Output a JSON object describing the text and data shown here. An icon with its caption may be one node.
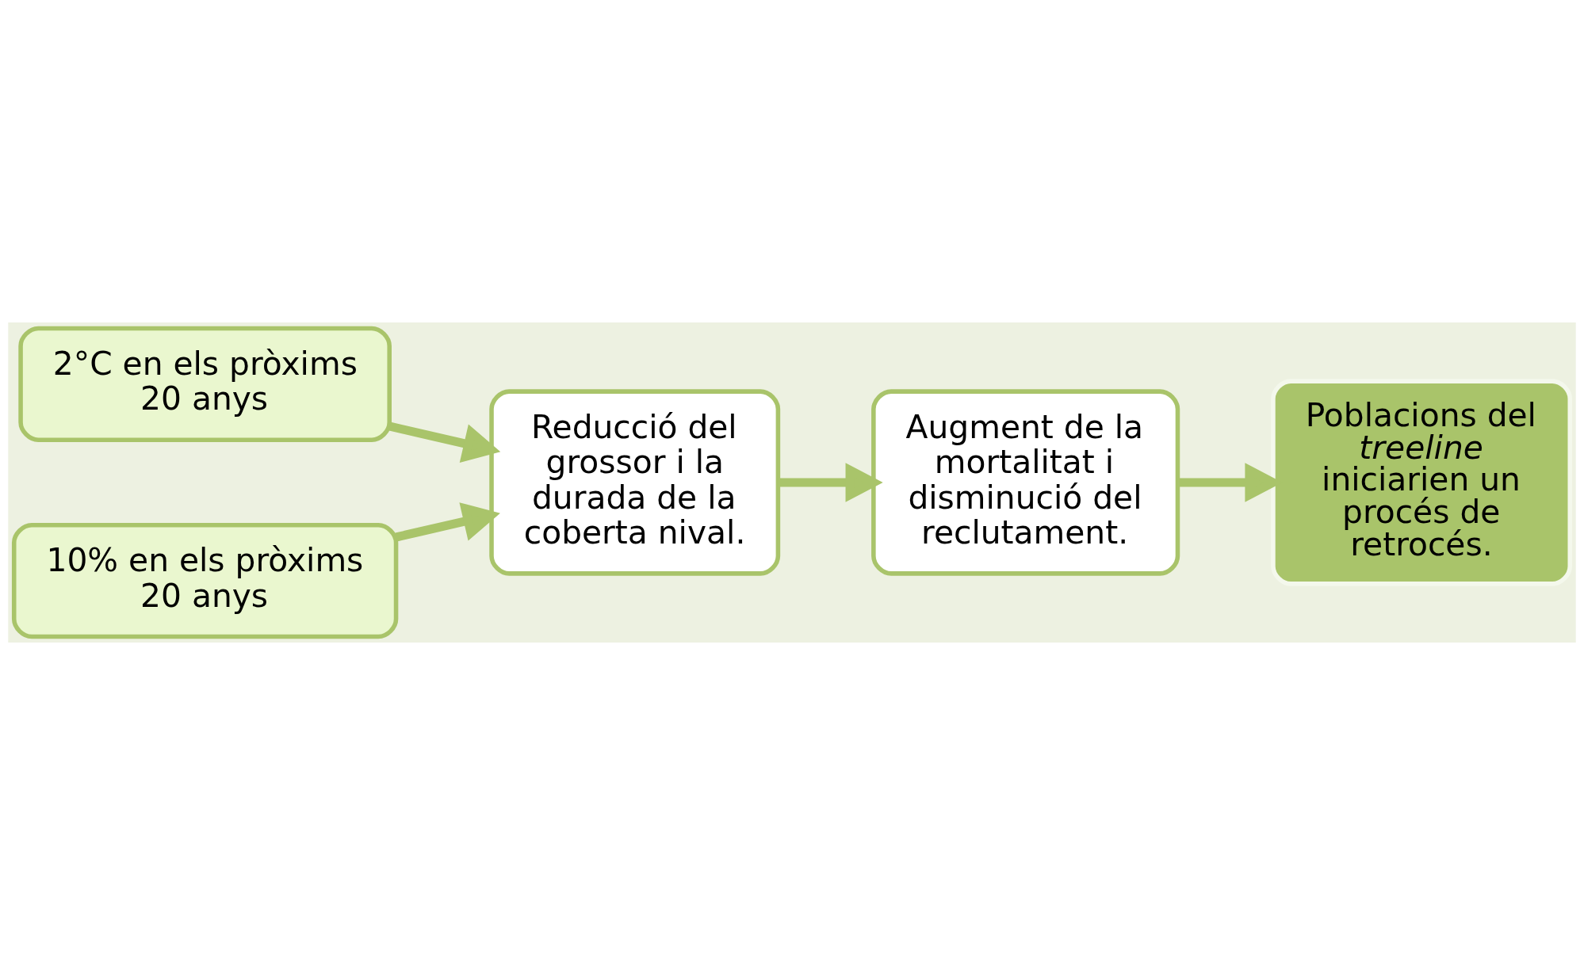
{
  "diagram": {
    "nodes": [
      {
        "text": [
          "2°C en els pròxims 20 anys"
        ]
      },
      {
        "text": [
          "10% en els pròxims 20 anys"
        ]
      },
      {
        "text": [
          "Reducció del grossor i la durada de la coberta nival."
        ]
      },
      {
        "text": [
          "Augment de la mortalitat i disminució del reclutament."
        ]
      },
      {
        "text": [
          "Poblacions del *treeline* iniciarien un procés de retrocés."
        ]
      }
    ],
    "edges": [
      {
        "from": 0,
        "to": 2,
        "arrow": "to"
      },
      {
        "from": 1,
        "to": 2,
        "arrow": "to"
      },
      {
        "from": 2,
        "to": 3,
        "arrow": "to"
      },
      {
        "from": 3,
        "to": 4,
        "arrow": "to"
      }
    ]
  }
}
